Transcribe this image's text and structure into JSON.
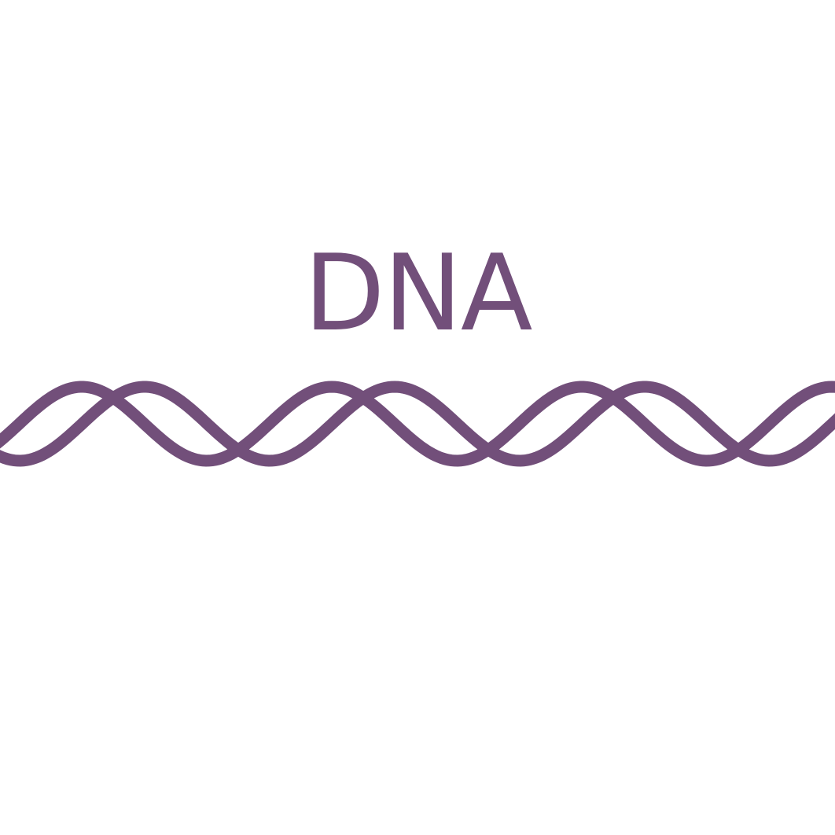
{
  "title": "DNA",
  "colors": {
    "accent": "#724f7a",
    "background": "#ffffff"
  },
  "helix": {
    "strands": 2,
    "icon": "double-helix"
  }
}
